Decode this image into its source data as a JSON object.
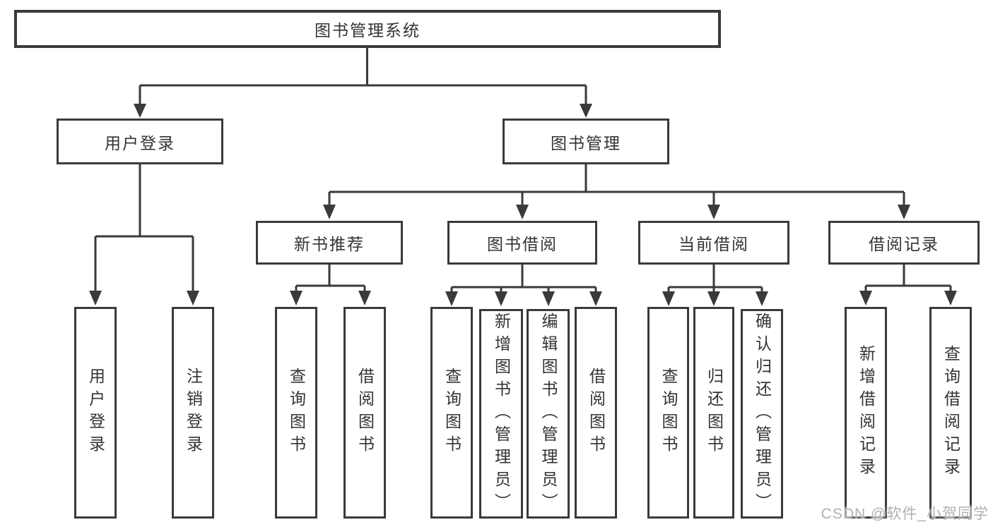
{
  "diagram": {
    "root": {
      "label": "图书管理系统"
    },
    "branches": [
      {
        "label": "用户登录",
        "children": [
          "用户登录",
          "注销登录"
        ]
      },
      {
        "label": "图书管理",
        "children": [
          {
            "label": "新书推荐",
            "children": [
              "查询图书",
              "借阅图书"
            ]
          },
          {
            "label": "图书借阅",
            "children": [
              "查询图书",
              "新增图书（管理员）",
              "编辑图书（管理员）",
              "借阅图书"
            ]
          },
          {
            "label": "当前借阅",
            "children": [
              "查询图书",
              "归还图书",
              "确认归还（管理员）"
            ]
          },
          {
            "label": "借阅记录",
            "children": [
              "新增借阅记录",
              "查询借阅记录"
            ]
          }
        ]
      }
    ],
    "line_color": "#3a3a3a",
    "box_background": "#ffffff"
  },
  "watermark": "CSDN @软件_小贺同学"
}
